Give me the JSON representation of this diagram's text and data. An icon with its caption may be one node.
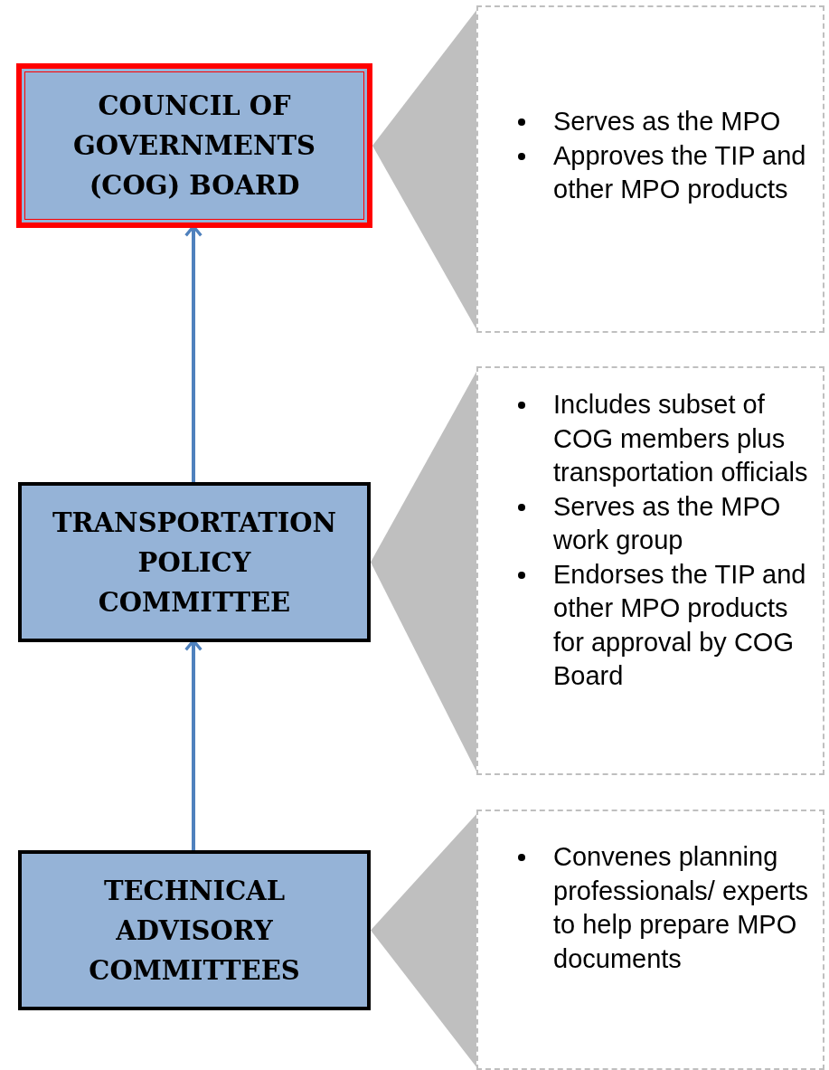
{
  "diagram": {
    "nodes": [
      {
        "text": [
          "COUNCIL OF GOVERNMENTS (COG) BOARD"
        ]
      },
      {
        "text": [
          "Serves as the MPO",
          "Approves the TIP and other MPO products"
        ]
      },
      {
        "text": [
          "TRANSPORTATION POLICY COMMITTEE"
        ]
      },
      {
        "text": [
          "Includes subset of COG members plus transportation officials",
          "Serves as the MPO work group",
          "Endorses the TIP and other MPO products for approval by COG Board"
        ]
      },
      {
        "text": [
          "TECHNICAL ADVISORY COMMITTEES"
        ]
      },
      {
        "text": [
          "Convenes planning professionals/ experts to help prepare MPO documents"
        ]
      }
    ],
    "edges": [
      {
        "from": 0,
        "to": 1,
        "arrow": "none"
      },
      {
        "from": 2,
        "to": 0,
        "arrow": "to",
        "color": "#4f81bd"
      },
      {
        "from": 2,
        "to": 3,
        "arrow": "none"
      },
      {
        "from": 4,
        "to": 2,
        "arrow": "to",
        "color": "#4f81bd"
      },
      {
        "from": 4,
        "to": 5,
        "arrow": "none"
      }
    ]
  }
}
